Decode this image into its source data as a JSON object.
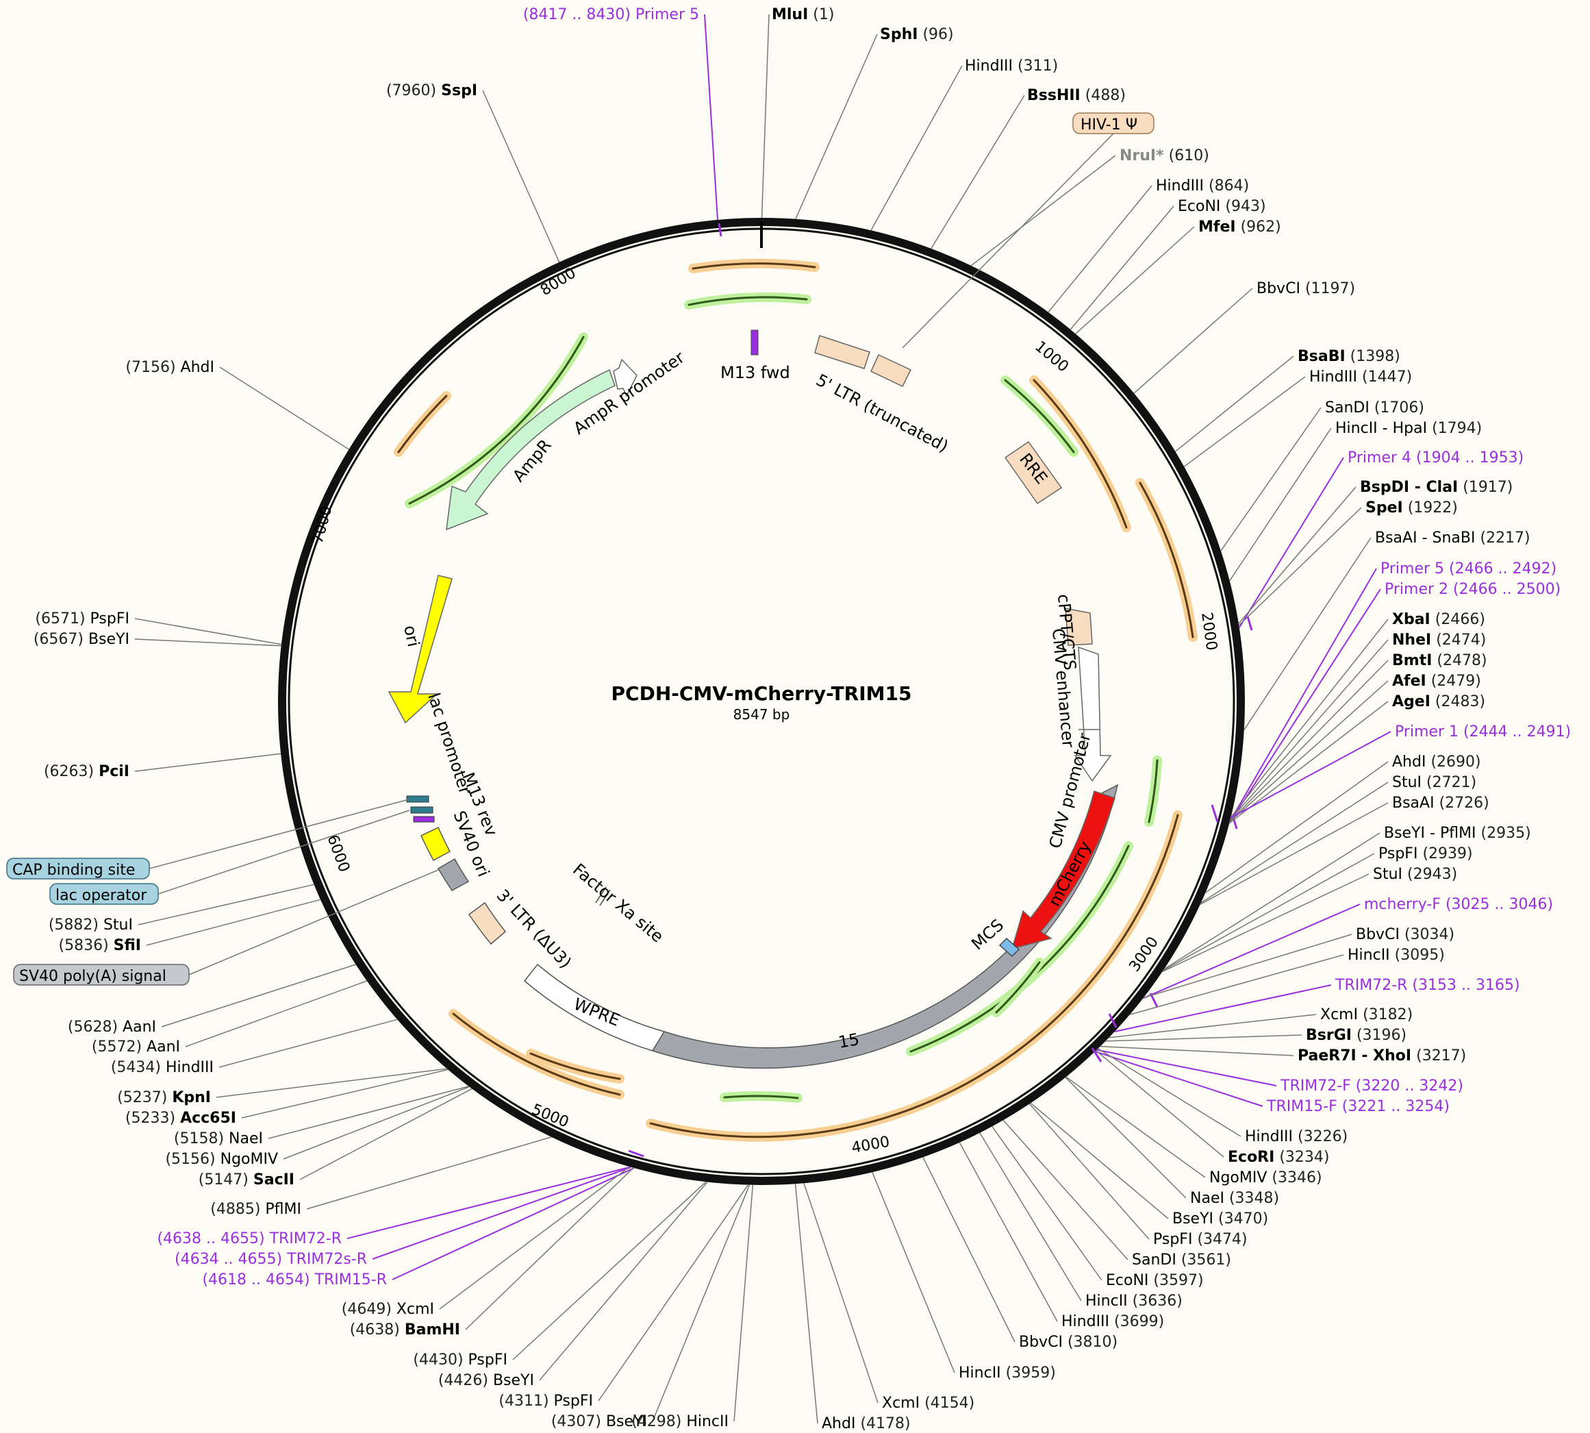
{
  "plasmid": {
    "name": "PCDH-CMV-mCherry-TRIM15",
    "size_label": "8547 bp",
    "length": 8547
  },
  "ticks": [
    "1000",
    "2000",
    "3000",
    "4000",
    "5000",
    "6000",
    "7000",
    "8000"
  ],
  "features": [
    {
      "label": "M13 fwd"
    },
    {
      "label": "5' LTR (truncated)"
    },
    {
      "label": "RRE"
    },
    {
      "label": "cPPT/CTS"
    },
    {
      "label": "CMV enhancer"
    },
    {
      "label": "CMV promoter"
    },
    {
      "label": "mCherry"
    },
    {
      "label": "MCS"
    },
    {
      "label": "15"
    },
    {
      "label": "WPRE"
    },
    {
      "label": "3' LTR (ΔU3)"
    },
    {
      "label": "SV40 ori"
    },
    {
      "label": "M13 rev"
    },
    {
      "label": "lac promoter"
    },
    {
      "label": "ori"
    },
    {
      "label": "AmpR"
    },
    {
      "label": "AmpR promoter"
    },
    {
      "label": "Factor Xa site"
    }
  ],
  "boxed_labels": [
    {
      "label": "HIV-1 Ψ",
      "color": "#f8dcc0"
    },
    {
      "label": "CAP binding site",
      "color": "#a6d3df"
    },
    {
      "label": "lac operator",
      "color": "#a6d3df"
    },
    {
      "label": "SV40 poly(A) signal",
      "color": "#c5c8cc"
    }
  ],
  "sites_right": [
    {
      "pos": "(1)",
      "name": "MluI",
      "bold": true
    },
    {
      "pos": "(96)",
      "name": "SphI",
      "bold": true
    },
    {
      "pos": "(311)",
      "name": "HindIII"
    },
    {
      "pos": "(488)",
      "name": "BssHII",
      "bold": true
    },
    {
      "pos": "(610)",
      "name": "NruI*",
      "grey": true
    },
    {
      "pos": "(864)",
      "name": "HindIII"
    },
    {
      "pos": "(943)",
      "name": "EcoNI"
    },
    {
      "pos": "(962)",
      "name": "MfeI",
      "bold": true
    },
    {
      "pos": "(1197)",
      "name": "BbvCI"
    },
    {
      "pos": "(1398)",
      "name": "BsaBI",
      "bold": true
    },
    {
      "pos": "(1447)",
      "name": "HindIII"
    },
    {
      "pos": "(1706)",
      "name": "SanDI"
    },
    {
      "pos": "(1794)",
      "name": "HincII - HpaI"
    },
    {
      "pos": "(1904 .. 1953)",
      "name": "Primer 4",
      "primer": true
    },
    {
      "pos": "(1917)",
      "name": "BspDI - ClaI",
      "bold": true
    },
    {
      "pos": "(1922)",
      "name": "SpeI",
      "bold": true
    },
    {
      "pos": "(2217)",
      "name": "BsaAI - SnaBI"
    },
    {
      "pos": "(2466 .. 2492)",
      "name": "Primer 5",
      "primer": true
    },
    {
      "pos": "(2466 .. 2500)",
      "name": "Primer 2",
      "primer": true
    },
    {
      "pos": "(2466)",
      "name": "XbaI",
      "bold": true
    },
    {
      "pos": "(2474)",
      "name": "NheI",
      "bold": true
    },
    {
      "pos": "(2478)",
      "name": "BmtI",
      "bold": true
    },
    {
      "pos": "(2479)",
      "name": "AfeI",
      "bold": true
    },
    {
      "pos": "(2483)",
      "name": "AgeI",
      "bold": true
    },
    {
      "pos": "(2444 .. 2491)",
      "name": "Primer 1",
      "primer": true
    },
    {
      "pos": "(2690)",
      "name": "AhdI"
    },
    {
      "pos": "(2721)",
      "name": "StuI"
    },
    {
      "pos": "(2726)",
      "name": "BsaAI"
    },
    {
      "pos": "(2935)",
      "name": "BseYI - PflMI"
    },
    {
      "pos": "(2939)",
      "name": "PspFI"
    },
    {
      "pos": "(2943)",
      "name": "StuI"
    },
    {
      "pos": "(3025 .. 3046)",
      "name": "mcherry-F",
      "primer": true
    },
    {
      "pos": "(3034)",
      "name": "BbvCI"
    },
    {
      "pos": "(3095)",
      "name": "HincII"
    },
    {
      "pos": "(3153 .. 3165)",
      "name": "TRIM72-R",
      "primer": true
    },
    {
      "pos": "(3182)",
      "name": "XcmI"
    },
    {
      "pos": "(3196)",
      "name": "BsrGI",
      "bold": true
    },
    {
      "pos": "(3217)",
      "name": "PaeR7I - XhoI",
      "bold": true
    },
    {
      "pos": "(3220 .. 3242)",
      "name": "TRIM72-F",
      "primer": true
    },
    {
      "pos": "(3221 .. 3254)",
      "name": "TRIM15-F",
      "primer": true
    },
    {
      "pos": "(3226)",
      "name": "HindIII"
    },
    {
      "pos": "(3234)",
      "name": "EcoRI",
      "bold": true
    },
    {
      "pos": "(3346)",
      "name": "NgoMIV"
    },
    {
      "pos": "(3348)",
      "name": "NaeI"
    },
    {
      "pos": "(3470)",
      "name": "BseYI"
    },
    {
      "pos": "(3474)",
      "name": "PspFI"
    },
    {
      "pos": "(3561)",
      "name": "SanDI"
    },
    {
      "pos": "(3597)",
      "name": "EcoNI"
    },
    {
      "pos": "(3636)",
      "name": "HincII"
    },
    {
      "pos": "(3699)",
      "name": "HindIII"
    },
    {
      "pos": "(3810)",
      "name": "BbvCI"
    },
    {
      "pos": "(3959)",
      "name": "HincII"
    },
    {
      "pos": "(4154)",
      "name": "XcmI"
    },
    {
      "pos": "(4178)",
      "name": "AhdI"
    }
  ],
  "sites_left": [
    {
      "pos": "(8417 .. 8430)",
      "name": "Primer 5",
      "primer": true
    },
    {
      "pos": "(7960)",
      "name": "SspI",
      "bold": true
    },
    {
      "pos": "(7156)",
      "name": "AhdI"
    },
    {
      "pos": "(6571)",
      "name": "PspFI"
    },
    {
      "pos": "(6567)",
      "name": "BseYI"
    },
    {
      "pos": "(6263)",
      "name": "PciI",
      "bold": true
    },
    {
      "pos": "(5882)",
      "name": "StuI"
    },
    {
      "pos": "(5836)",
      "name": "SfiI",
      "bold": true
    },
    {
      "pos": "(5628)",
      "name": "AanI"
    },
    {
      "pos": "(5572)",
      "name": "AanI"
    },
    {
      "pos": "(5434)",
      "name": "HindIII"
    },
    {
      "pos": "(5237)",
      "name": "KpnI",
      "bold": true
    },
    {
      "pos": "(5233)",
      "name": "Acc65I",
      "bold": true
    },
    {
      "pos": "(5158)",
      "name": "NaeI"
    },
    {
      "pos": "(5156)",
      "name": "NgoMIV"
    },
    {
      "pos": "(5147)",
      "name": "SacII",
      "bold": true
    },
    {
      "pos": "(4885)",
      "name": "PflMI"
    },
    {
      "pos": "(4638 .. 4655)",
      "name": "TRIM72-R",
      "primer": true
    },
    {
      "pos": "(4634 .. 4655)",
      "name": "TRIM72s-R",
      "primer": true
    },
    {
      "pos": "(4618 .. 4654)",
      "name": "TRIM15-R",
      "primer": true
    },
    {
      "pos": "(4649)",
      "name": "XcmI"
    },
    {
      "pos": "(4638)",
      "name": "BamHI",
      "bold": true
    },
    {
      "pos": "(4430)",
      "name": "PspFI"
    },
    {
      "pos": "(4426)",
      "name": "BseYI"
    },
    {
      "pos": "(4311)",
      "name": "PspFI"
    },
    {
      "pos": "(4307)",
      "name": "BseYI"
    },
    {
      "pos": "(4298)",
      "name": "HincII"
    }
  ],
  "colors": {
    "background": "#fdfcf4",
    "primer": "#9a2fe0",
    "orf_orange": "#f5c27a",
    "orf_green": "#b8ec94",
    "mcherry": "#ee1111",
    "ori": "#ffff00",
    "ampr": "#c9f5d0",
    "ltr": "#f8dcc0",
    "grey_feature": "#a3a7ad"
  }
}
